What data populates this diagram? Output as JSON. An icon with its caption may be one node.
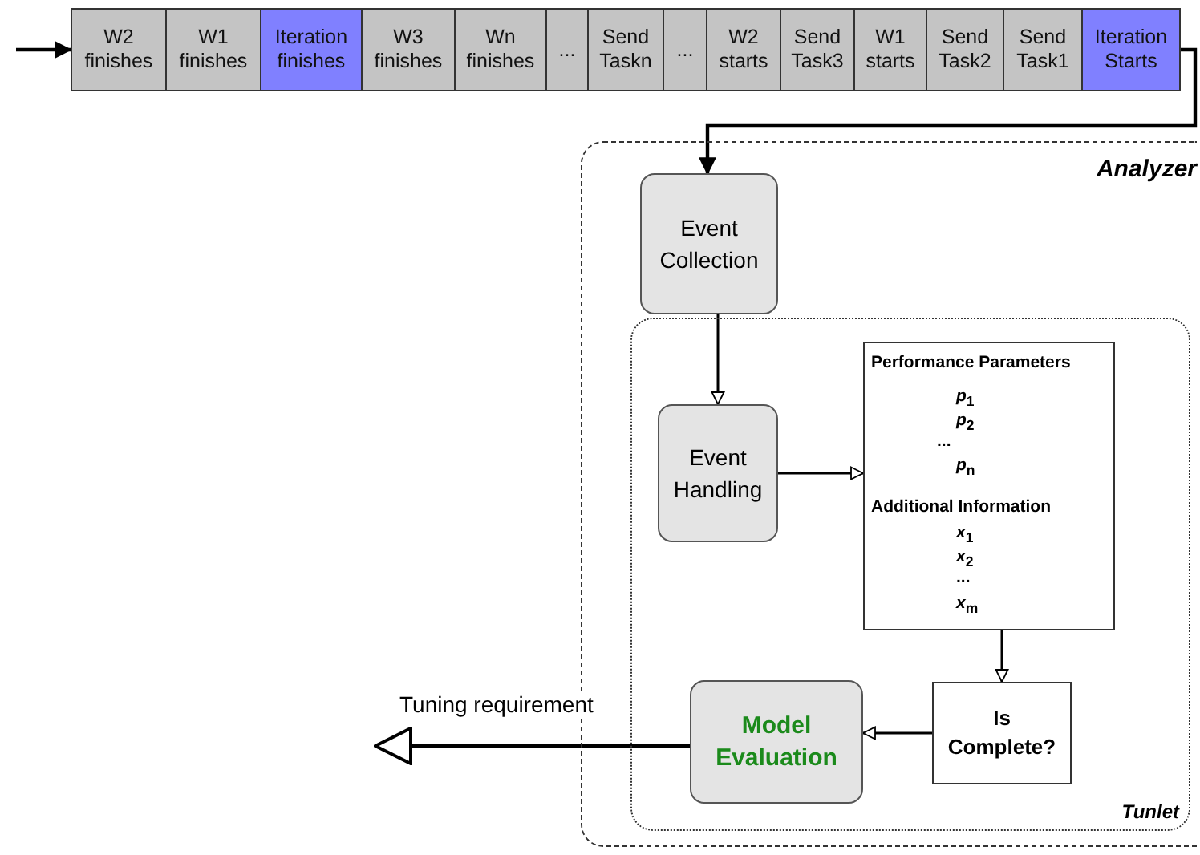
{
  "diagram": {
    "nodes": [
      {
        "text": [
          "W2 finishes"
        ]
      },
      {
        "text": [
          "W1 finishes"
        ]
      },
      {
        "text": [
          "Iteration finishes"
        ]
      },
      {
        "text": [
          "W3 finishes"
        ]
      },
      {
        "text": [
          "Wn finishes"
        ]
      },
      {
        "text": [
          "..."
        ]
      },
      {
        "text": [
          "Send Taskn"
        ]
      },
      {
        "text": [
          "..."
        ]
      },
      {
        "text": [
          "W2 starts"
        ]
      },
      {
        "text": [
          "Send Task3"
        ]
      },
      {
        "text": [
          "W1 starts"
        ]
      },
      {
        "text": [
          "Send Task2"
        ]
      },
      {
        "text": [
          "Send Task1"
        ]
      },
      {
        "text": [
          "Iteration Starts"
        ]
      },
      {
        "text": [
          "Analyzer"
        ]
      },
      {
        "text": [
          "Event Collection"
        ],
        "in": 14
      },
      {
        "text": [
          "Tunlet"
        ],
        "in": 14
      },
      {
        "text": [
          "Event Handling"
        ],
        "in": 16
      },
      {
        "text": [
          "Performance Parameters",
          "*p*$_{1}$",
          "*p*$_{2}$",
          "...",
          "*p*$_{n}$",
          "Additional Information",
          "*x*$_{1}$",
          "*x*$_{2}$",
          "...",
          "*x*$_{m}$"
        ],
        "in": 16
      },
      {
        "text": [
          "Model Evaluation"
        ],
        "in": 16
      },
      {
        "text": [
          "Is Complete?"
        ],
        "in": 16
      }
    ],
    "edges": [
      {
        "from": null,
        "to": 0,
        "arrow": "to"
      },
      {
        "from": 13,
        "to": 15,
        "arrow": "to"
      },
      {
        "from": 15,
        "to": 17,
        "arrow": "to"
      },
      {
        "from": 17,
        "to": 18,
        "arrow": "to"
      },
      {
        "from": 18,
        "to": 20,
        "arrow": "to"
      },
      {
        "from": 20,
        "to": 19,
        "arrow": "to"
      },
      {
        "from": 19,
        "to": null,
        "arrow": "to",
        "label": "Tuning requirement",
        "style": "thick"
      }
    ]
  }
}
